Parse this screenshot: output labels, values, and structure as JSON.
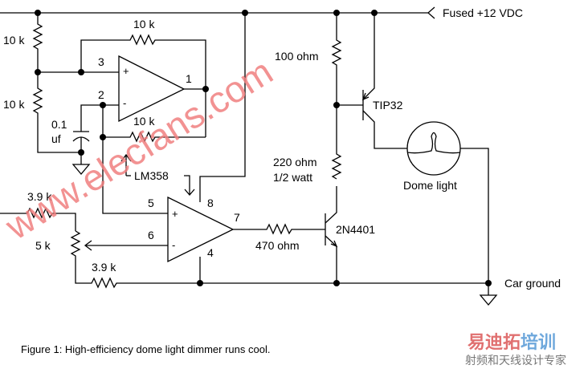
{
  "diagram": {
    "title": "High-efficiency dome light dimmer schematic",
    "supply_label": "Fused +12 VDC",
    "ground_label": "Car ground",
    "components": {
      "r_div_top": "10 k",
      "r_div_bot": "10 k",
      "r_fb_top": "10 k",
      "r_fb_bot": "10 k",
      "cap_value_1": "0.1",
      "cap_value_2": "uf",
      "opamp_label": "LM358",
      "r_in_top": "3.9 k",
      "pot": "5 k",
      "r_in_bot": "3.9 k",
      "r_base": "470 ohm",
      "q_driver": "2N4401",
      "r_pullup": "100 ohm",
      "r_limit_1": "220 ohm",
      "r_limit_2": "1/2 watt",
      "q_power": "TIP32",
      "lamp": "Dome light"
    },
    "pins": {
      "p1": "1",
      "p2": "2",
      "p3": "3",
      "p4": "4",
      "p5": "5",
      "p6": "6",
      "p7": "7",
      "p8": "8"
    },
    "opamp_signs": {
      "plus": "+",
      "minus": "-"
    }
  },
  "caption": "Figure 1: High-efficiency dome light dimmer runs cool.",
  "watermark": {
    "text": "www.elecfans.com",
    "color": "#f08080"
  },
  "logo": {
    "top_text": "易迪拓培训",
    "bottom_text": "射频和天线设计专家",
    "top_color_a": "#e07070",
    "top_color_b": "#6fa8dc"
  }
}
